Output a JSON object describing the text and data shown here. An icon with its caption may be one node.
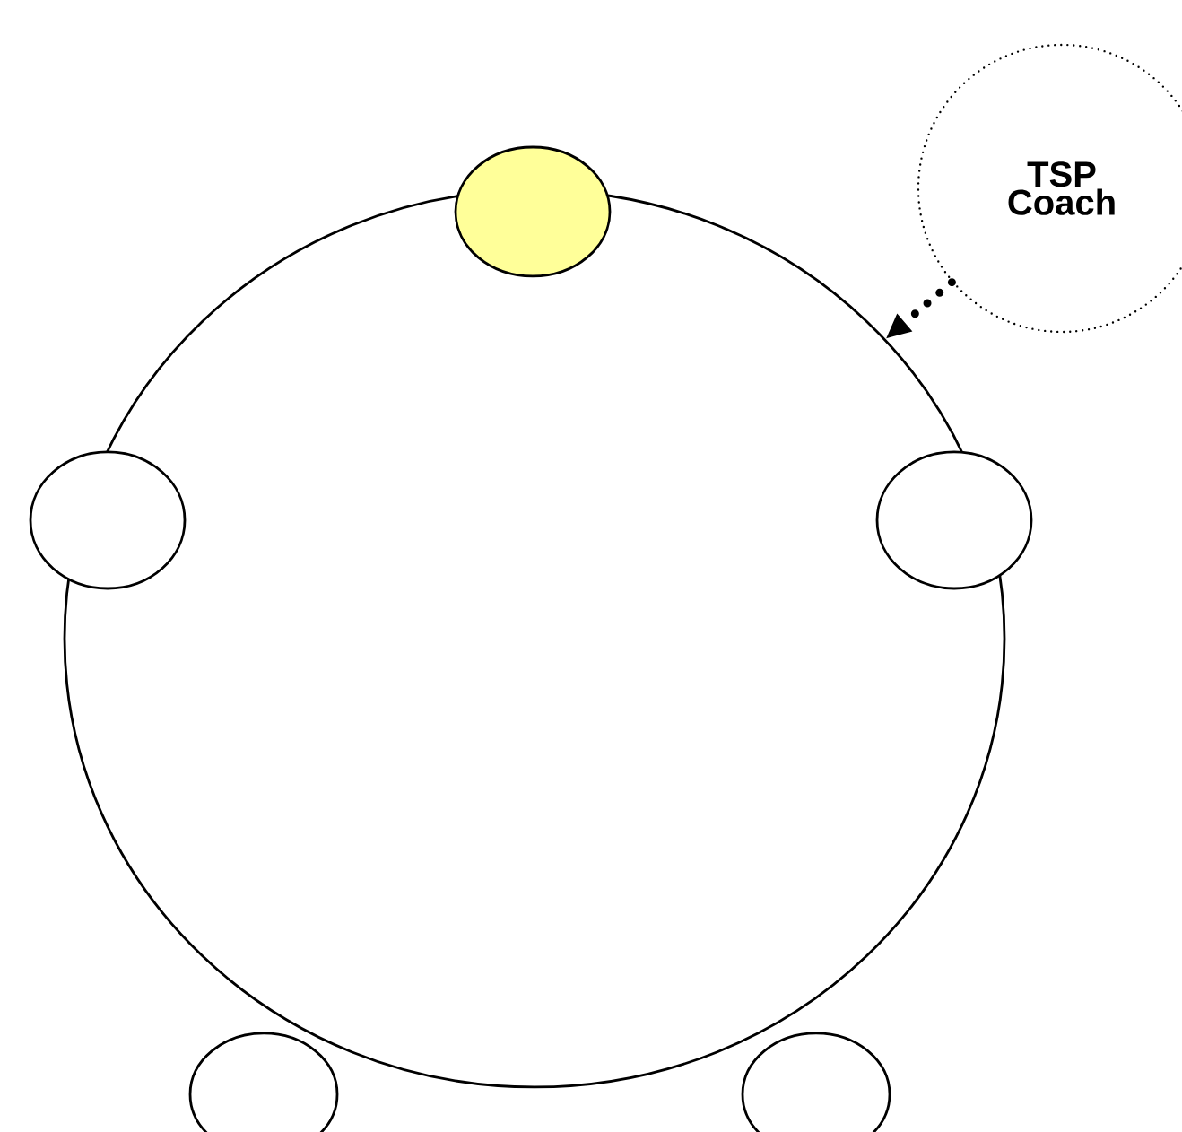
{
  "diagram": {
    "nodes": [
      {
        "text": [],
        "shape": "circle"
      },
      {
        "text": [],
        "shape": "circle"
      },
      {
        "text": [
          "TSP Coach"
        ]
      },
      {
        "text": [],
        "shape": "circle"
      },
      {
        "text": [],
        "shape": "circle"
      },
      {
        "text": [],
        "shape": "circle"
      },
      {
        "text": [],
        "shape": "circle"
      }
    ],
    "edges": [
      {
        "from": 2,
        "to": 0,
        "arrow": "to",
        "style": "dashed"
      }
    ]
  }
}
